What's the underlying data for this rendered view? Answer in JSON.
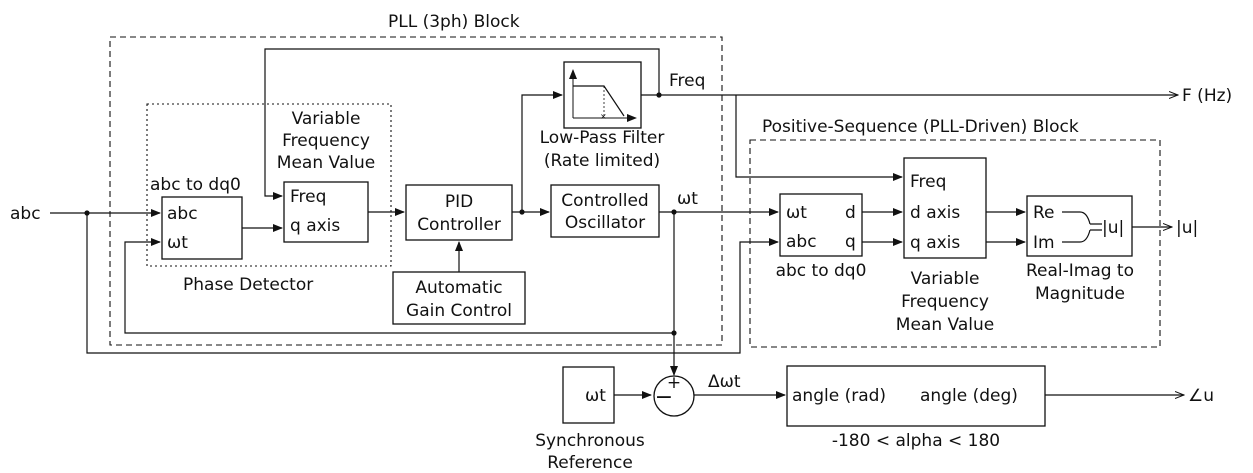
{
  "groups": {
    "pll_title": "PLL (3ph) Block",
    "phase_detector": "Phase Detector",
    "pos_seq_title": "Positive-Sequence (PLL-Driven) Block"
  },
  "io": {
    "input_abc": "abc",
    "out_freq_hz": "F (Hz)",
    "out_mag": "|u|",
    "out_angle": "∠u",
    "freq_label": "Freq",
    "wt_label": "ωt",
    "delta_wt": "Δωt"
  },
  "blocks": {
    "abc_dq0_1": {
      "title": "abc to dq0",
      "port_abc": "abc",
      "port_wt": "ωt"
    },
    "var_freq_1": {
      "title_lines": [
        "Variable",
        "Frequency",
        "Mean Value"
      ],
      "port_freq": "Freq",
      "port_q": "q axis"
    },
    "pid": {
      "lines": [
        "PID",
        "Controller"
      ]
    },
    "agc": {
      "lines": [
        "Automatic",
        "Gain Control"
      ]
    },
    "lpf": {
      "lines": [
        "Low-Pass Filter",
        "(Rate limited)"
      ]
    },
    "osc": {
      "lines": [
        "Controlled",
        "Oscillator"
      ]
    },
    "abc_dq0_2": {
      "title": "abc to dq0",
      "port_wt": "ωt",
      "port_abc": "abc",
      "port_d": "d",
      "port_q": "q"
    },
    "var_freq_2": {
      "ports": [
        "Freq",
        "d axis",
        "q axis"
      ],
      "title_lines": [
        "Variable",
        "Frequency",
        "Mean Value"
      ]
    },
    "real_imag": {
      "port_re": "Re",
      "port_im": "Im",
      "out": "|u|",
      "title_lines": [
        "Real-Imag to",
        "Magnitude"
      ]
    },
    "sync_ref": {
      "label": "ωt",
      "title_lines": [
        "Synchronous",
        "Reference"
      ]
    },
    "sum": {
      "plus": "+",
      "minus": "−"
    },
    "angle": {
      "left": "angle (rad)",
      "right": "angle (deg)",
      "caption": "-180 < alpha < 180"
    }
  }
}
